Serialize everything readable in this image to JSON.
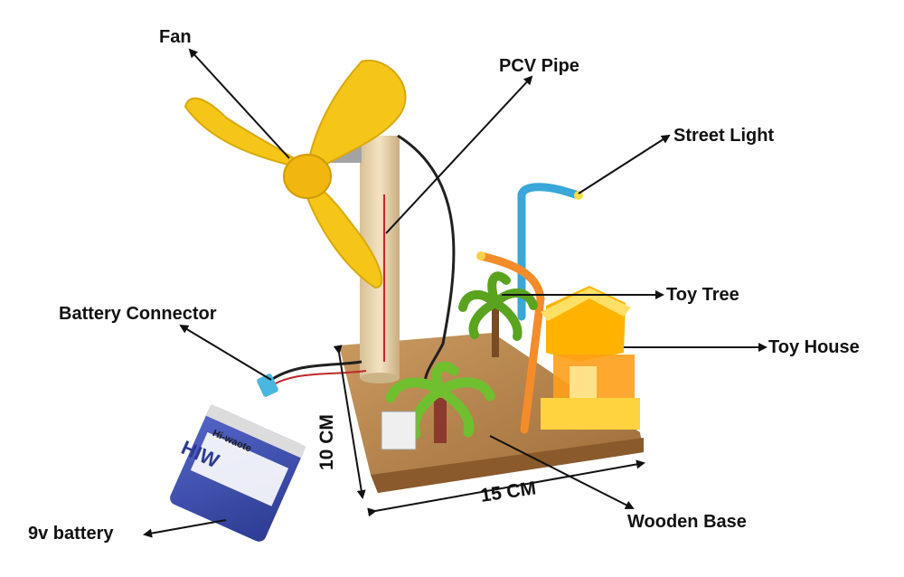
{
  "labels": {
    "fan": "Fan",
    "pipe": "PCV Pipe",
    "street_light": "Street Light",
    "toy_tree": "Toy Tree",
    "toy_house": "Toy House",
    "battery_connector": "Battery Connector",
    "wooden_base": "Wooden Base",
    "battery": "9v battery",
    "width": "15 CM",
    "height": "10 CM"
  },
  "battery_print": {
    "brand": "HIW",
    "sub": "Hi-waote"
  },
  "colors": {
    "fan": "#f5c518",
    "wood": "#b98a52",
    "pipe": "#e9d4ad",
    "street_light": "#3aa7d8",
    "orange_light": "#f58c2a",
    "house": "#ffc21a",
    "tree": "#6fbf2e",
    "battery": "#3d4fb0"
  }
}
